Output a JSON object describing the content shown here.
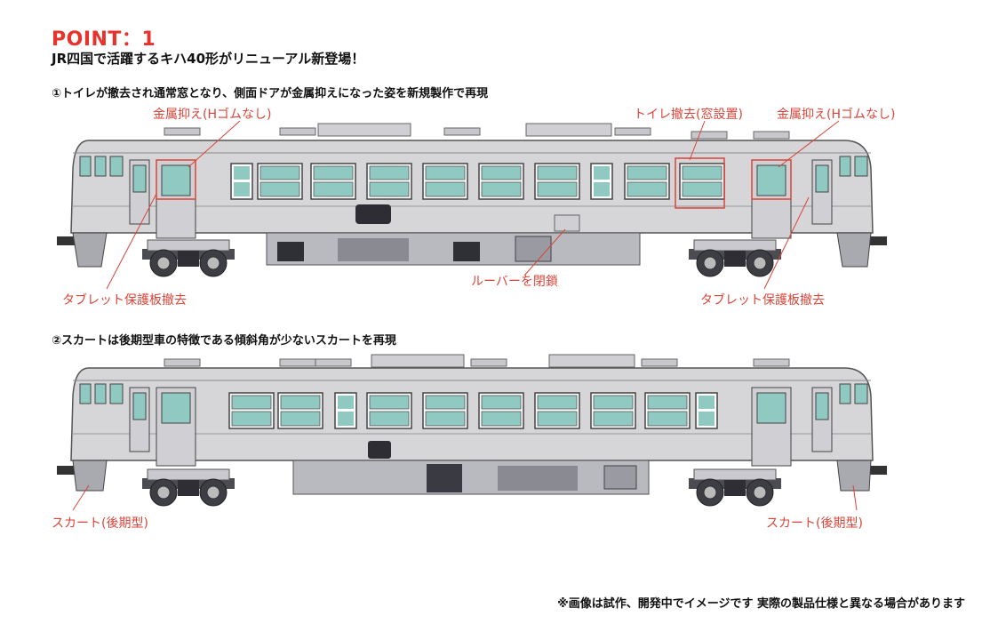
{
  "point_label": "POINT：1",
  "headline": "JR四国で活躍するキハ40形がリニューアル新登場！",
  "section1": "①トイレが撤去され通常窓となり、側面ドアが金属抑えになった姿を新規製作で再現",
  "section2": "②スカートは後期型車の特徴である傾斜角が少ないスカートを再現",
  "callouts1": {
    "metal_left": "金属抑え(Hゴムなし)",
    "toilet": "トイレ撤去(窓設置)",
    "metal_right": "金属抑え(Hゴムなし)",
    "tablet_left": "タブレット保護板撤去",
    "louver": "ルーバーを閉鎖",
    "tablet_right": "タブレット保護板撤去"
  },
  "callouts2": {
    "skirt_left": "スカート(後期型)",
    "skirt_right": "スカート(後期型)"
  },
  "footnote": "※画像は試作、開発中でイメージです 実際の製品仕様と異なる場合があります",
  "colors": {
    "accent": "#e8322b",
    "window": "#8fc9c2",
    "body": "#d6d6d9"
  }
}
